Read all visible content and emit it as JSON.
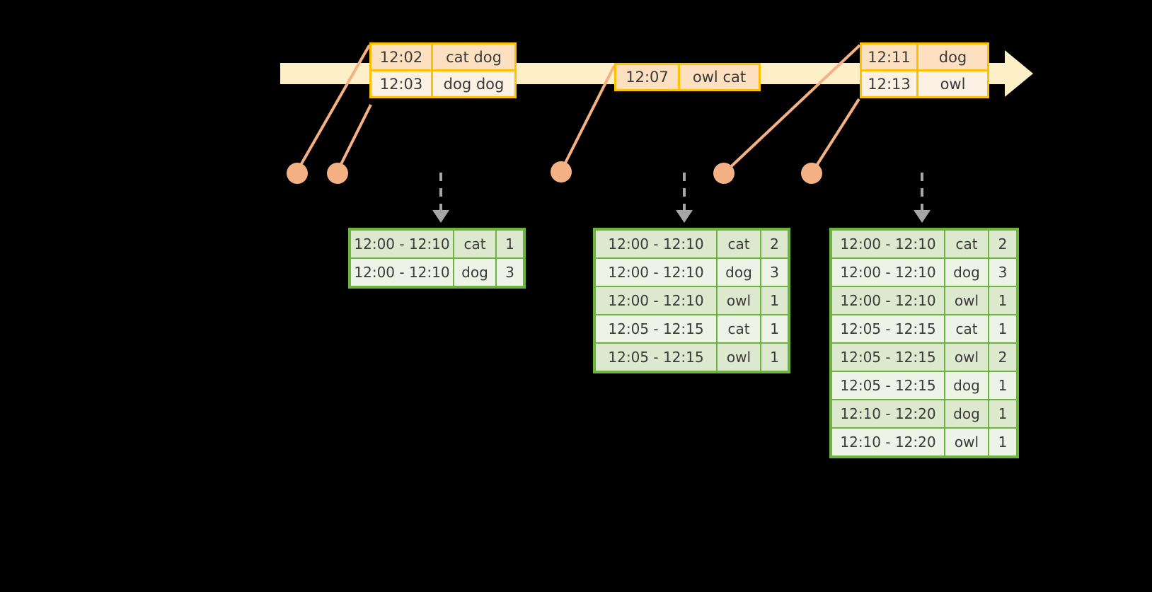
{
  "timeline": {
    "name": "event-stream-timeline",
    "direction": "right"
  },
  "events": [
    {
      "id": "event-box-1",
      "rows": [
        {
          "time": "12:02",
          "value": "cat dog"
        },
        {
          "time": "12:03",
          "value": "dog dog"
        }
      ]
    },
    {
      "id": "event-box-2",
      "rows": [
        {
          "time": "12:07",
          "value": "owl cat"
        }
      ]
    },
    {
      "id": "event-box-3",
      "rows": [
        {
          "time": "12:11",
          "value": "dog"
        },
        {
          "time": "12:13",
          "value": "owl"
        }
      ]
    }
  ],
  "tables": [
    {
      "id": "result-table-1",
      "rows": [
        {
          "window": "12:00 - 12:10",
          "key": "cat",
          "count": "1"
        },
        {
          "window": "12:00 - 12:10",
          "key": "dog",
          "count": "3"
        }
      ]
    },
    {
      "id": "result-table-2",
      "rows": [
        {
          "window": "12:00 - 12:10",
          "key": "cat",
          "count": "2"
        },
        {
          "window": "12:00 - 12:10",
          "key": "dog",
          "count": "3"
        },
        {
          "window": "12:00 - 12:10",
          "key": "owl",
          "count": "1"
        },
        {
          "window": "12:05 - 12:15",
          "key": "cat",
          "count": "1"
        },
        {
          "window": "12:05 - 12:15",
          "key": "owl",
          "count": "1"
        }
      ]
    },
    {
      "id": "result-table-3",
      "rows": [
        {
          "window": "12:00 - 12:10",
          "key": "cat",
          "count": "2"
        },
        {
          "window": "12:00 - 12:10",
          "key": "dog",
          "count": "3"
        },
        {
          "window": "12:00 - 12:10",
          "key": "owl",
          "count": "1"
        },
        {
          "window": "12:05 - 12:15",
          "key": "cat",
          "count": "1"
        },
        {
          "window": "12:05 - 12:15",
          "key": "owl",
          "count": "2"
        },
        {
          "window": "12:05 - 12:15",
          "key": "dog",
          "count": "1"
        },
        {
          "window": "12:10 - 12:20",
          "key": "dog",
          "count": "1"
        },
        {
          "window": "12:10 - 12:20",
          "key": "owl",
          "count": "1"
        }
      ]
    }
  ],
  "colors": {
    "timeline_fill": "#fdefc8",
    "event_border": "#ffc000",
    "event_row_dark": "#fce0c0",
    "event_row_light": "#fdf1e4",
    "connector": "#f4b183",
    "table_border": "#6cb33f",
    "table_row_dark": "#dce9ce",
    "table_row_light": "#eef3e8",
    "dashed_arrow": "#a6a6a6",
    "background": "#000000"
  }
}
